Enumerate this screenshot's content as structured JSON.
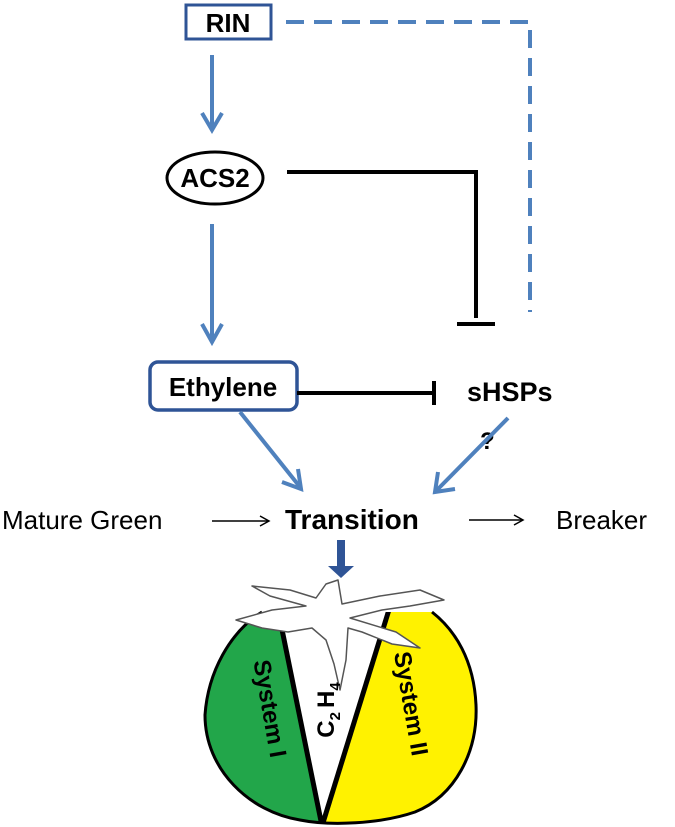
{
  "nodes": {
    "rin": "RIN",
    "acs2": "ACS2",
    "ethylene": "Ethylene",
    "shsps": "sHSPs",
    "question": "?",
    "transition": "Transition"
  },
  "stages": {
    "mature_green": "Mature Green",
    "breaker": "Breaker"
  },
  "fruit": {
    "system_1": "System I",
    "system_2": "System II",
    "c": "C",
    "c_sub": "2",
    "h": "H",
    "h_sub": "4"
  },
  "colors": {
    "arrow_blue": "#4F81BD",
    "box_border": "#2F5496",
    "inhibit": "#000000",
    "system_1_fill": "#22A64A",
    "system_2_fill": "#FFF200",
    "tomato_outline": "#000000"
  }
}
